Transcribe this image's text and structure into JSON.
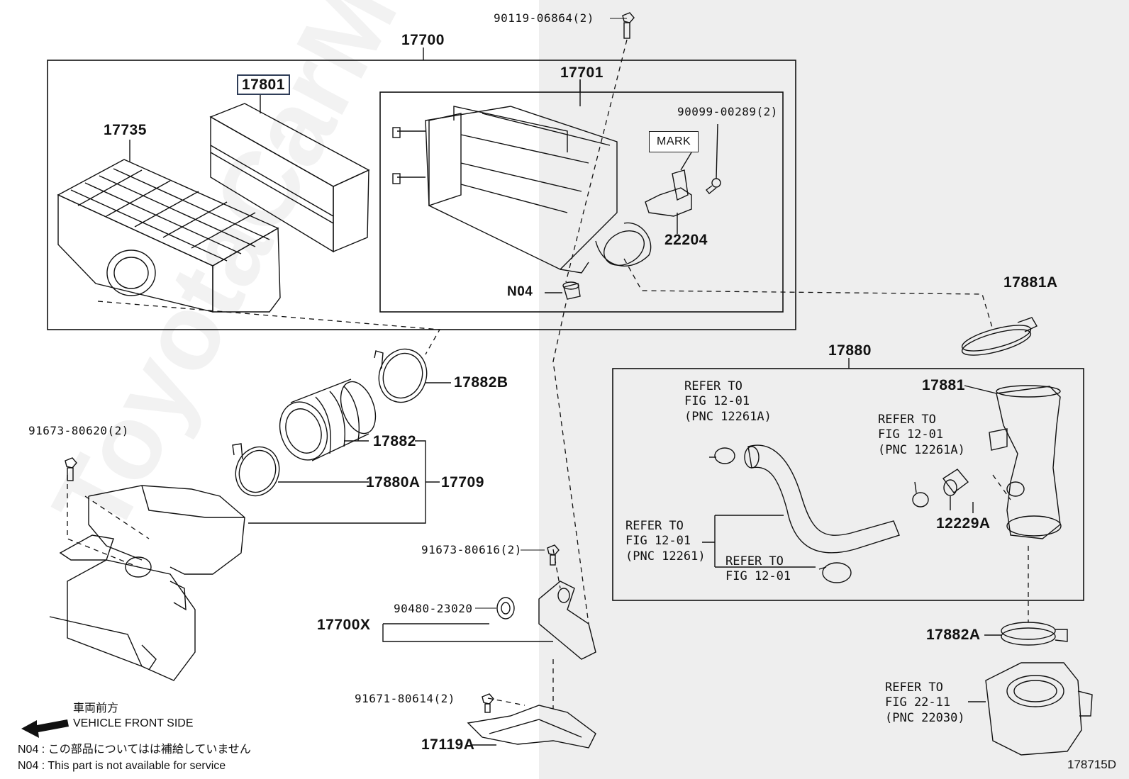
{
  "watermark": "ToyotaCarMirror",
  "labels": {
    "p17700": "17700",
    "p17801": "17801",
    "p17735": "17735",
    "p17701": "17701",
    "p90119": "90119-06864(2)",
    "p90099": "90099-00289(2)",
    "mark": "MARK",
    "p22204": "22204",
    "n04": "N04",
    "p17881A": "17881A",
    "p17880": "17880",
    "p17881": "17881",
    "p17882B": "17882B",
    "p17882": "17882",
    "p17880A": "17880A",
    "p17709": "17709",
    "p91673_620": "91673-80620(2)",
    "p91673_616": "91673-80616(2)",
    "p90480": "90480-23020",
    "p17700X": "17700X",
    "p91671": "91671-80614(2)",
    "p17119A": "17119A",
    "p12229A": "12229A",
    "p17882A": "17882A",
    "diagram_id": "178715D"
  },
  "refs": {
    "r1": "REFER TO\nFIG 12-01\n(PNC 12261A)",
    "r2": "REFER TO\nFIG 12-01\n(PNC 12261A)",
    "r3": "REFER TO\nFIG 12-01\n(PNC 12261)",
    "r4": "REFER TO\nFIG 12-01",
    "r5": "REFER TO\nFIG 22-11\n(PNC 22030)"
  },
  "legend": {
    "direction_jp": "車両前方",
    "direction_en": "VEHICLE FRONT SIDE",
    "note_jp": "N04 : この部品についてはは補給していません",
    "note_en": "N04 : This part is not available for service"
  }
}
